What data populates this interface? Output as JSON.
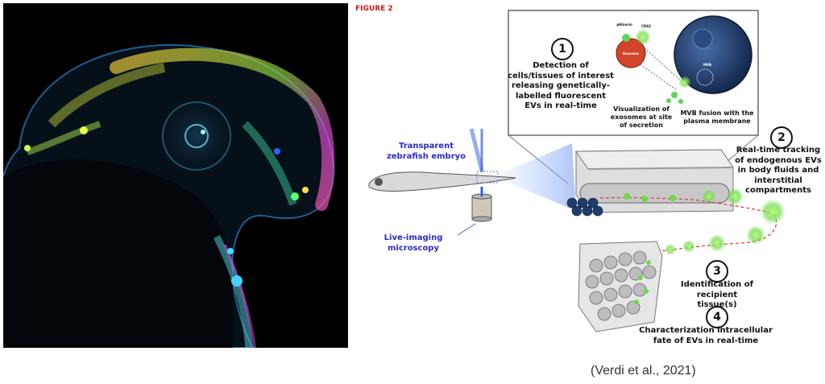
{
  "figure_label": "FIGURE 2",
  "steps": [
    {
      "number": "1",
      "text": "Detection of cells/tissues of interest releasing genetically-labelled fluorescent EVs in real-time"
    },
    {
      "number": "2",
      "text": "Real-time tracking of endogenous EVs in body fluids and interstitial compartments"
    },
    {
      "number": "3",
      "text": "Identification of recipient tissue(s)"
    },
    {
      "number": "4",
      "text": "Characterization intracellular fate of EVs in real-time"
    }
  ],
  "labels": {
    "zebrafish": "Transparent zebrafish embryo",
    "microscopy": "Live-imaging microscopy",
    "visualization": "Visualization of exosomes at site of secretion",
    "mvb_fusion": "MVB fusion with the plasma membrane",
    "inset_label_a": "pHluorin",
    "inset_label_b": "CD63",
    "inset_label_c": "Exosome",
    "inset_label_d": "MVB"
  },
  "citation": "(Verdi et al., 2021)",
  "colors": {
    "figure_label": "#d01818",
    "label_blue": "#2a2ac8",
    "ev_green": "#5fd35a",
    "cell_red": "#d2452a",
    "mvb_blue": "#1f3c6a",
    "path_red": "#e04040"
  }
}
